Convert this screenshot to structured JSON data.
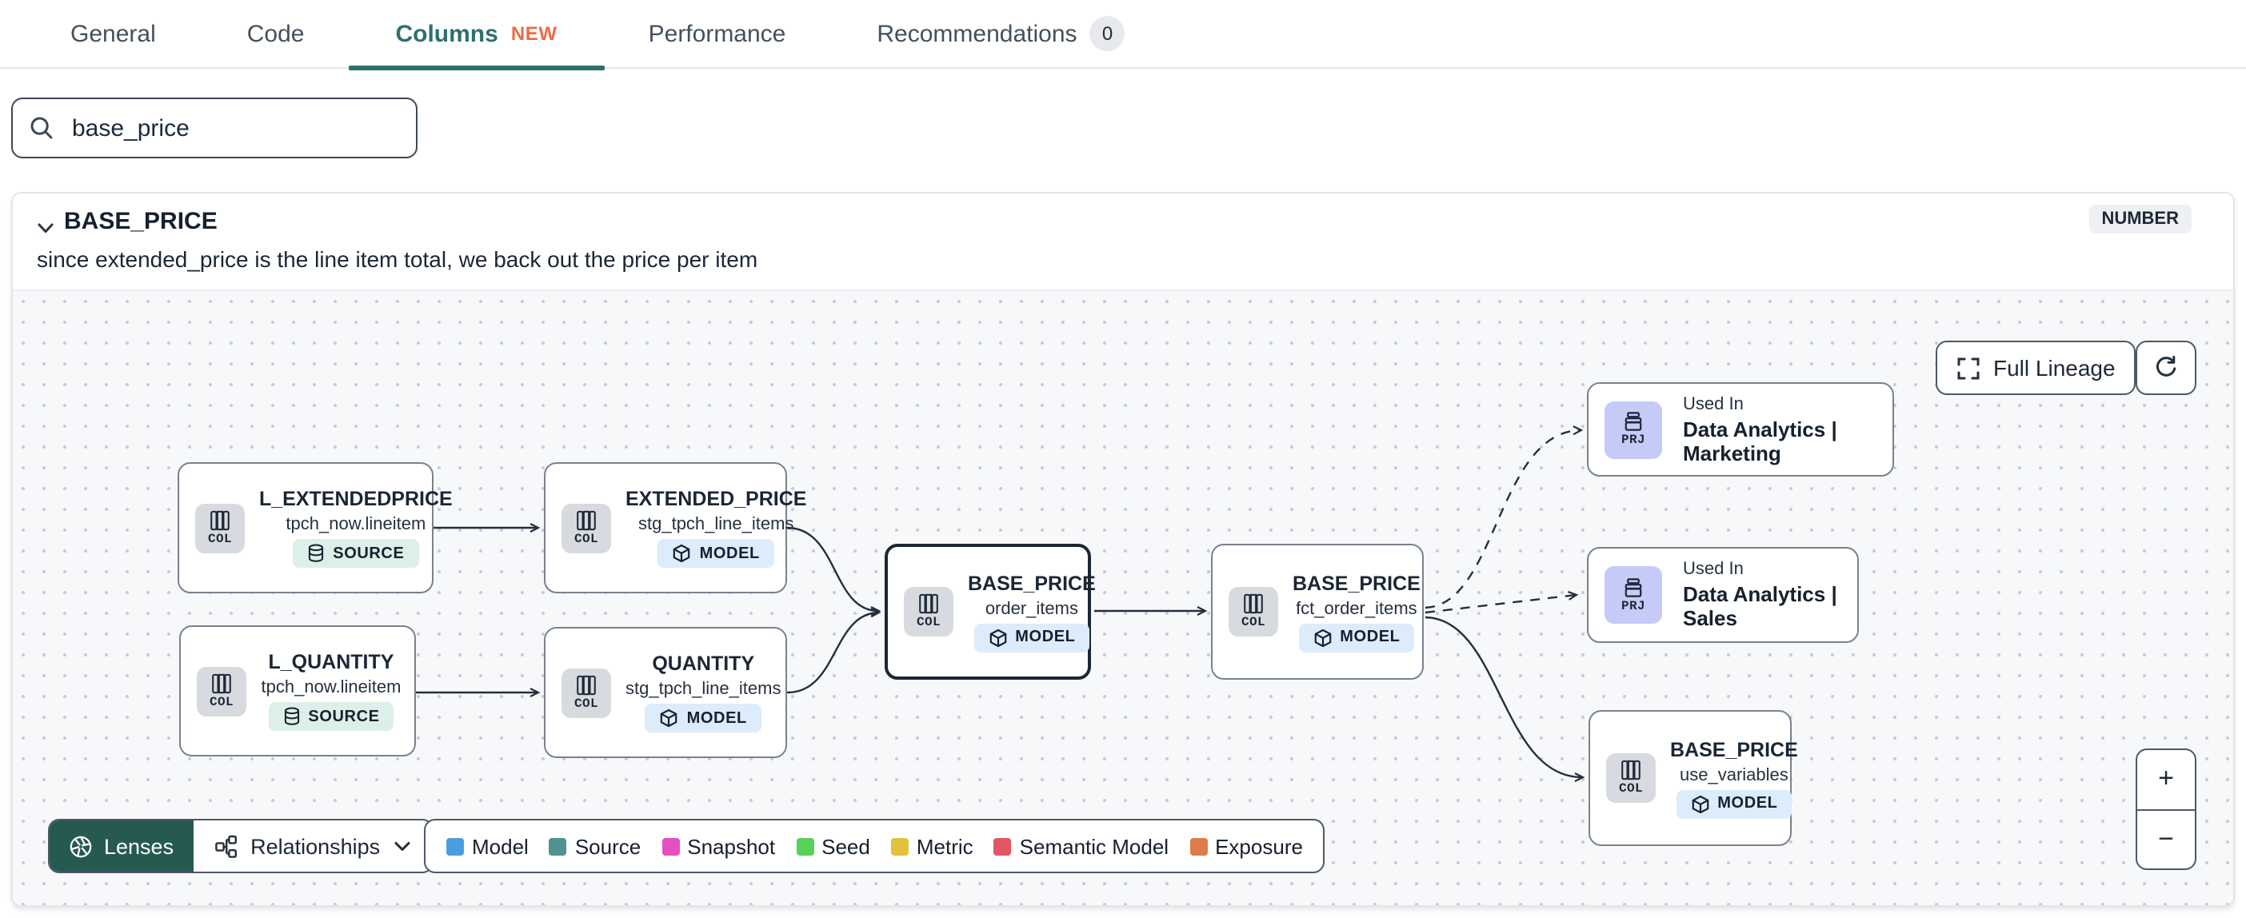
{
  "tabs": {
    "items": [
      {
        "label": "General"
      },
      {
        "label": "Code"
      },
      {
        "label": "Columns",
        "badge": "NEW"
      },
      {
        "label": "Performance"
      },
      {
        "label": "Recommendations",
        "count": "0"
      }
    ]
  },
  "search": {
    "value": "base_price"
  },
  "column": {
    "name": "BASE_PRICE",
    "type": "NUMBER",
    "description": "since extended_price is the line item total, we back out the price per item"
  },
  "lineage": {
    "full_lineage_label": "Full Lineage",
    "lenses_label": "Lenses",
    "relationships_label": "Relationships",
    "zoom_in": "+",
    "zoom_out": "−",
    "nodes": [
      {
        "title": "L_EXTENDEDPRICE",
        "subtitle": "tpch_now.lineitem",
        "kind": "SOURCE",
        "icon": "COL"
      },
      {
        "title": "EXTENDED_PRICE",
        "subtitle": "stg_tpch_line_items",
        "kind": "MODEL",
        "icon": "COL"
      },
      {
        "title": "L_QUANTITY",
        "subtitle": "tpch_now.lineitem",
        "kind": "SOURCE",
        "icon": "COL"
      },
      {
        "title": "QUANTITY",
        "subtitle": "stg_tpch_line_items",
        "kind": "MODEL",
        "icon": "COL"
      },
      {
        "title": "BASE_PRICE",
        "subtitle": "order_items",
        "kind": "MODEL",
        "icon": "COL"
      },
      {
        "title": "BASE_PRICE",
        "subtitle": "fct_order_items",
        "kind": "MODEL",
        "icon": "COL"
      },
      {
        "title": "Used In",
        "subtitle": "Data Analytics | Marketing",
        "icon": "PRJ"
      },
      {
        "title": "Used In",
        "subtitle": "Data Analytics | Sales",
        "icon": "PRJ"
      },
      {
        "title": "BASE_PRICE",
        "subtitle": "use_variables",
        "kind": "MODEL",
        "icon": "COL"
      }
    ],
    "legend": {
      "items": [
        {
          "label": "Model",
          "color": "#4A9EE0"
        },
        {
          "label": "Source",
          "color": "#4F928E"
        },
        {
          "label": "Snapshot",
          "color": "#E44FC4"
        },
        {
          "label": "Seed",
          "color": "#57D157"
        },
        {
          "label": "Metric",
          "color": "#E2C13D"
        },
        {
          "label": "Semantic Model",
          "color": "#E25563"
        },
        {
          "label": "Exposure",
          "color": "#DF7A4C"
        }
      ]
    }
  }
}
